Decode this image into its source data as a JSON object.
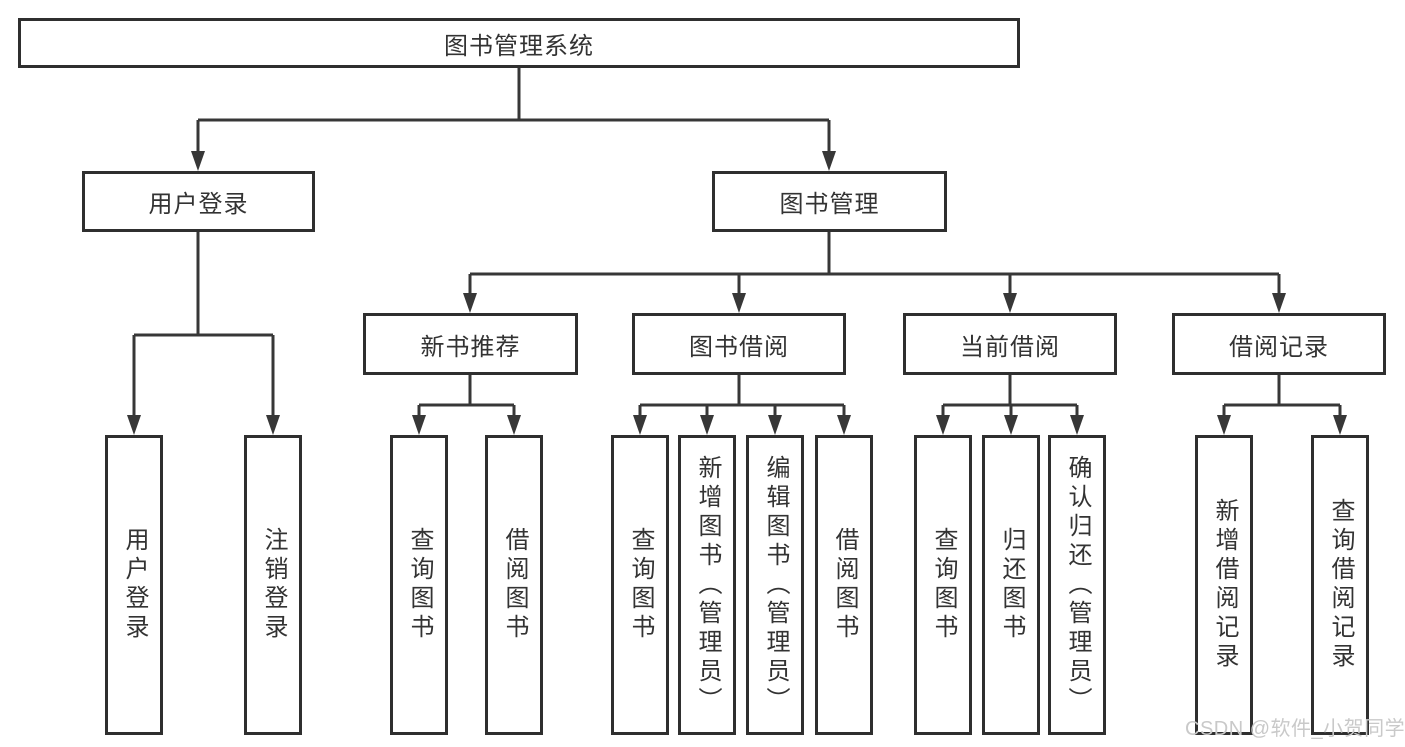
{
  "diagram_type": "hierarchy-tree",
  "root": {
    "label": "图书管理系统",
    "children": [
      {
        "label": "用户登录",
        "children": [
          {
            "label": "用户登录"
          },
          {
            "label": "注销登录"
          }
        ]
      },
      {
        "label": "图书管理",
        "children": [
          {
            "label": "新书推荐",
            "children": [
              {
                "label": "查询图书"
              },
              {
                "label": "借阅图书"
              }
            ]
          },
          {
            "label": "图书借阅",
            "children": [
              {
                "label": "查询图书"
              },
              {
                "label": "新增图书（管理员）"
              },
              {
                "label": "编辑图书（管理员）"
              },
              {
                "label": "借阅图书"
              }
            ]
          },
          {
            "label": "当前借阅",
            "children": [
              {
                "label": "查询图书"
              },
              {
                "label": "归还图书"
              },
              {
                "label": "确认归还（管理员）"
              }
            ]
          },
          {
            "label": "借阅记录",
            "children": [
              {
                "label": "新增借阅记录"
              },
              {
                "label": "查询借阅记录"
              }
            ]
          }
        ]
      }
    ]
  },
  "watermark": {
    "text": "CSDN @软件_小贺同学"
  },
  "colors": {
    "background": "#ffffff",
    "box_border": "#2f2f2f",
    "connector": "#373737",
    "text": "#333333",
    "watermark": "#c9c9c9"
  }
}
